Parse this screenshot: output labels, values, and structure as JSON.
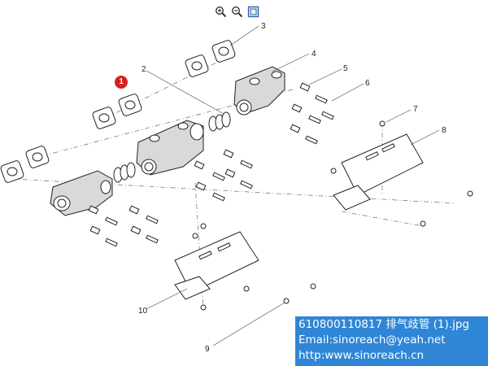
{
  "toolbar": {
    "zoom_in_icon": "magnifier-plus-icon",
    "zoom_out_icon": "magnifier-minus-icon",
    "fit_icon": "fit-page-icon"
  },
  "diagram": {
    "highlighted_marker": "1",
    "callouts": [
      "2",
      "3",
      "4",
      "5",
      "6",
      "7",
      "8",
      "9",
      "10"
    ]
  },
  "caption": {
    "line1": "610800110817 排气歧管 (1).jpg",
    "line2": "Email:sinoreach@yeah.net",
    "line3": "http:www.sinoreach.cn"
  },
  "colors": {
    "caption_bg": "#2f86d6",
    "marker": "#d62020"
  }
}
